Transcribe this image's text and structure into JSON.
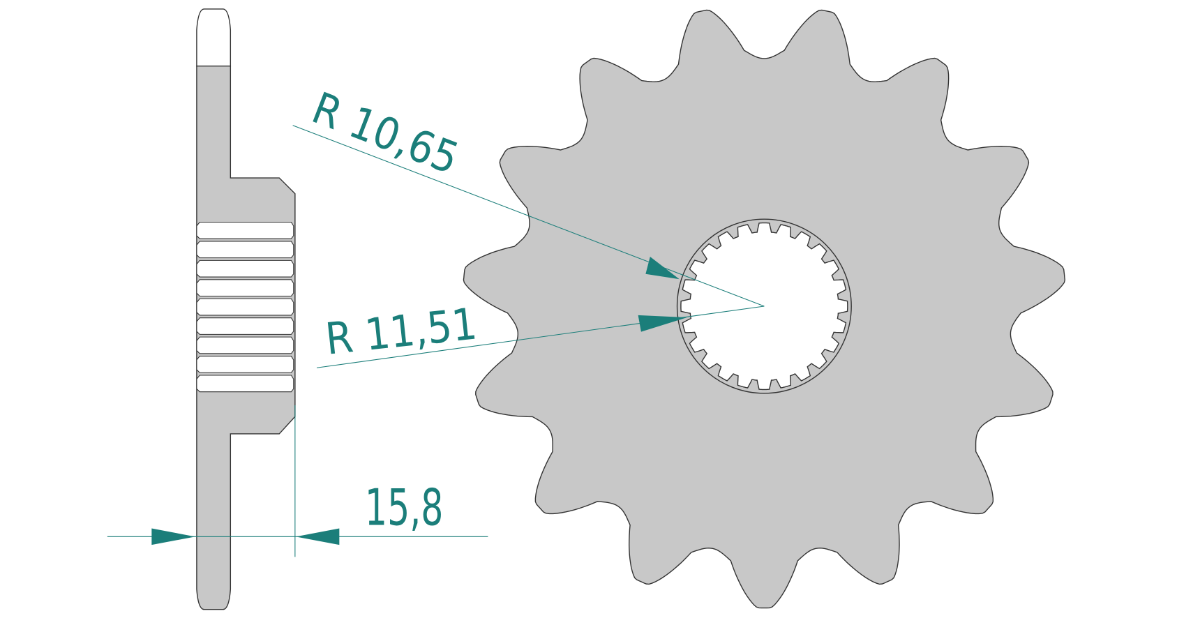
{
  "drawing": {
    "title": "Front sprocket technical drawing",
    "teeth_count": 15,
    "dimensions": {
      "inner_radius_label": "R  10,65",
      "outer_radius_label": "R  11,51",
      "hub_width_label": "15,8"
    },
    "colors": {
      "dimension": "#1b7e7a",
      "part_fill": "#c8c8c8",
      "outline": "#333333"
    }
  }
}
